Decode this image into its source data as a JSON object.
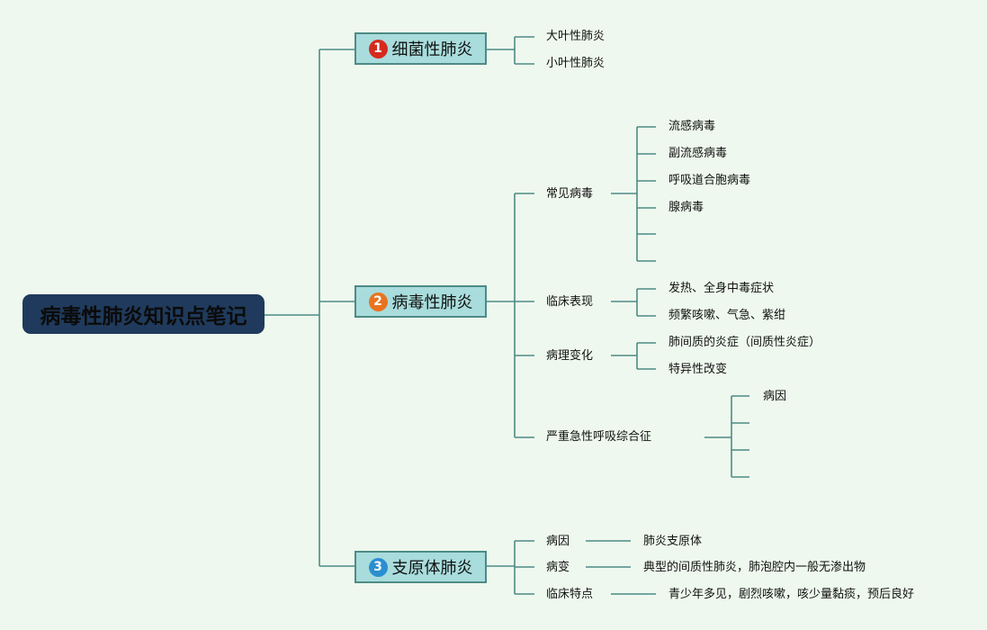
{
  "root": {
    "title": "病毒性肺炎知识点笔记"
  },
  "branches": [
    {
      "number": "1",
      "label": "细菌性肺炎",
      "color": "#d52b1e",
      "children": [
        {
          "label": "大叶性肺炎"
        },
        {
          "label": "小叶性肺炎"
        }
      ]
    },
    {
      "number": "2",
      "label": "病毒性肺炎",
      "color": "#e8741f",
      "children": [
        {
          "label": "常见病毒",
          "children": [
            "流感病毒",
            "副流感病毒",
            "呼吸道合胞病毒",
            "腺病毒",
            "",
            ""
          ]
        },
        {
          "label": "临床表现",
          "children": [
            "发热、全身中毒症状",
            "频繁咳嗽、气急、紫绀"
          ]
        },
        {
          "label": "病理变化",
          "children": [
            "肺间质的炎症（间质性炎症）",
            "特异性改变"
          ]
        },
        {
          "label": "严重急性呼吸综合征",
          "children": [
            "病因",
            "",
            "",
            ""
          ]
        }
      ]
    },
    {
      "number": "3",
      "label": "支原体肺炎",
      "color": "#2a8fd0",
      "children": [
        {
          "label": "病因",
          "children": [
            "肺炎支原体"
          ]
        },
        {
          "label": "病变",
          "children": [
            "典型的间质性肺炎，肺泡腔内一般无渗出物"
          ]
        },
        {
          "label": "临床特点",
          "children": [
            "青少年多见，剧烈咳嗽，咳少量黏痰，预后良好"
          ]
        }
      ]
    }
  ],
  "colors": {
    "line": "#4d8b85",
    "background": "#eef8ee",
    "root_bg": "#1f3a5c",
    "branch_bg": "#a9dcdc"
  }
}
